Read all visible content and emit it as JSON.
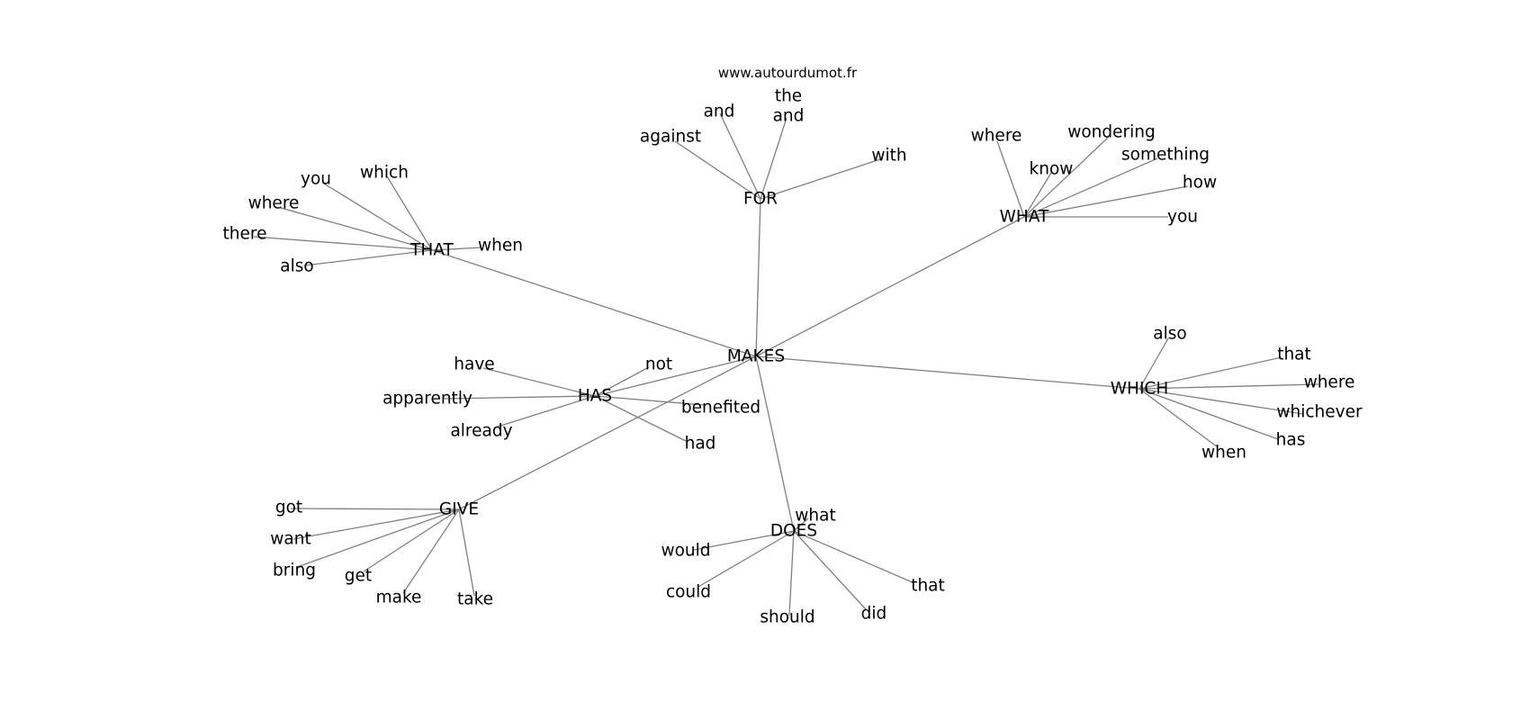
{
  "source_label": "www.autourdumot.fr",
  "root": {
    "id": "makes",
    "label": "MAKES"
  },
  "hubs": [
    {
      "id": "that",
      "label": "THAT",
      "children": [
        {
          "id": "that-which",
          "label": "which"
        },
        {
          "id": "that-you",
          "label": "you"
        },
        {
          "id": "that-where",
          "label": "where"
        },
        {
          "id": "that-there",
          "label": "there"
        },
        {
          "id": "that-also",
          "label": "also"
        },
        {
          "id": "that-when",
          "label": "when"
        }
      ]
    },
    {
      "id": "for",
      "label": "FOR",
      "children": [
        {
          "id": "for-against",
          "label": "against"
        },
        {
          "id": "for-and",
          "label": "and"
        },
        {
          "id": "for-the-and",
          "label": "the\nand"
        },
        {
          "id": "for-with",
          "label": "with"
        }
      ]
    },
    {
      "id": "what",
      "label": "WHAT",
      "children": [
        {
          "id": "what-where",
          "label": "where"
        },
        {
          "id": "what-know",
          "label": "know"
        },
        {
          "id": "what-wondering",
          "label": "wondering"
        },
        {
          "id": "what-something",
          "label": "something"
        },
        {
          "id": "what-how",
          "label": "how"
        },
        {
          "id": "what-you",
          "label": "you"
        }
      ]
    },
    {
      "id": "which",
      "label": "WHICH",
      "children": [
        {
          "id": "which-also",
          "label": "also"
        },
        {
          "id": "which-that",
          "label": "that"
        },
        {
          "id": "which-where",
          "label": "where"
        },
        {
          "id": "which-whichever",
          "label": "whichever"
        },
        {
          "id": "which-has",
          "label": "has"
        },
        {
          "id": "which-when",
          "label": "when"
        }
      ]
    },
    {
      "id": "has",
      "label": "HAS",
      "children": [
        {
          "id": "has-have",
          "label": "have"
        },
        {
          "id": "has-not",
          "label": "not"
        },
        {
          "id": "has-apparently",
          "label": "apparently"
        },
        {
          "id": "has-benefited",
          "label": "benefited"
        },
        {
          "id": "has-already",
          "label": "already"
        },
        {
          "id": "has-had",
          "label": "had"
        }
      ]
    },
    {
      "id": "give",
      "label": "GIVE",
      "children": [
        {
          "id": "give-got",
          "label": "got"
        },
        {
          "id": "give-want",
          "label": "want"
        },
        {
          "id": "give-bring",
          "label": "bring"
        },
        {
          "id": "give-get",
          "label": "get"
        },
        {
          "id": "give-make",
          "label": "make"
        },
        {
          "id": "give-take",
          "label": "take"
        }
      ]
    },
    {
      "id": "does",
      "label": "DOES",
      "children": [
        {
          "id": "does-what",
          "label": "what"
        },
        {
          "id": "does-would",
          "label": "would"
        },
        {
          "id": "does-could",
          "label": "could"
        },
        {
          "id": "does-should",
          "label": "should"
        },
        {
          "id": "does-did",
          "label": "did"
        },
        {
          "id": "does-that",
          "label": "that"
        }
      ]
    }
  ]
}
